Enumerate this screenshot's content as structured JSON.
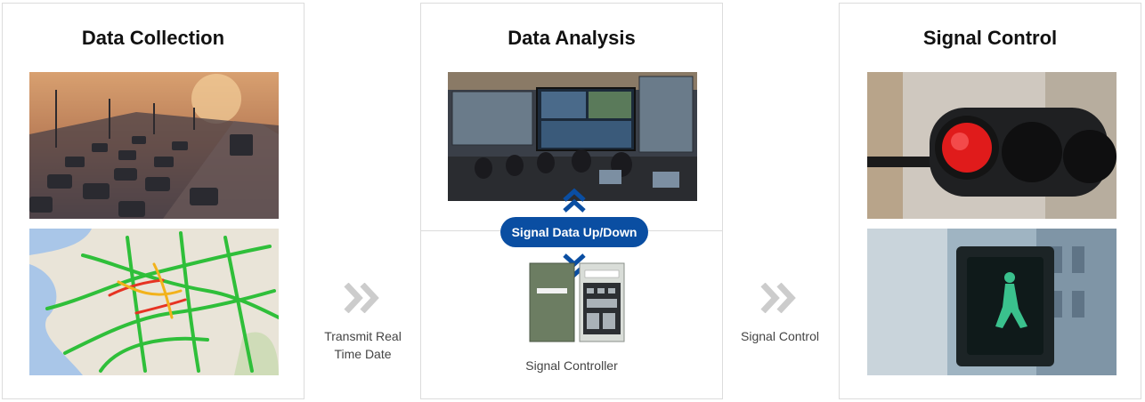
{
  "panels": {
    "collection": {
      "title": "Data Collection"
    },
    "analysis": {
      "title": "Data Analysis",
      "badge": "Signal Data Up/Down",
      "device_caption": "Signal Controller"
    },
    "control": {
      "title": "Signal Control"
    }
  },
  "connectors": {
    "first": {
      "line1": "Transmit Real",
      "line2": "Time Date"
    },
    "second": {
      "line1": "Signal Control"
    }
  },
  "colors": {
    "accent": "#0a4ea2",
    "chevron": "#cccccc",
    "border": "#dcdcdc"
  },
  "icons": {
    "connector": "double-chevron-right-icon",
    "up": "double-chevron-up-icon",
    "down": "double-chevron-down-icon"
  }
}
